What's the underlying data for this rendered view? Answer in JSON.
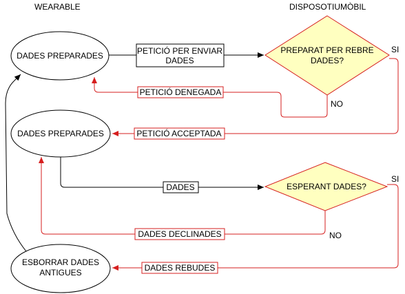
{
  "headers": {
    "left": "WEARABLE",
    "right": "DISPOSOTIUMÒBIL"
  },
  "nodes": {
    "wearable_top": "DADES PREPARADES",
    "wearable_mid": "DADES PREPARADES",
    "wearable_bottom_line1": "ESBORRAR DADES",
    "wearable_bottom_line2": "ANTIGUES",
    "device_ready_line1": "PREPARAT PER REBRE",
    "device_ready_line2": "DADES?",
    "device_waiting": "ESPERANT DADES?"
  },
  "labels": {
    "request_line1": "PETICIÓ PER ENVIAR",
    "request_line2": "DADES",
    "denied": "PETICIÓ DENEGADA",
    "accepted": "PETICIÓ ACCEPTADA",
    "data": "DADES",
    "declined": "DADES DECLINADES",
    "received": "DADES REBUDES",
    "yes_top": "SI",
    "no_top": "NO",
    "yes_bottom": "SI",
    "no_bottom": "NO"
  },
  "colors": {
    "red": "#d61f1f",
    "diamond_fill": "#ffffc0",
    "black": "#000000"
  }
}
